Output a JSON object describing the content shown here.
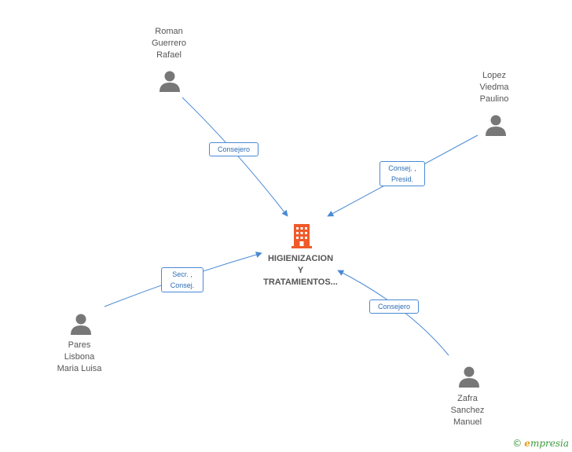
{
  "company": {
    "name_lines": [
      "HIGIENIZACION",
      "Y",
      "TRATAMIENTOS..."
    ],
    "icon": "building-icon",
    "color": "#f05a28"
  },
  "people": [
    {
      "id": "roman",
      "name_lines": [
        "Roman",
        "Guerrero",
        "Rafael"
      ],
      "icon": "person-icon"
    },
    {
      "id": "lopez",
      "name_lines": [
        "Lopez",
        "Viedma",
        "Paulino"
      ],
      "icon": "person-icon"
    },
    {
      "id": "pares",
      "name_lines": [
        "Pares",
        "Lisbona",
        "Maria Luisa"
      ],
      "icon": "person-icon"
    },
    {
      "id": "zafra",
      "name_lines": [
        "Zafra",
        "Sanchez",
        "Manuel"
      ],
      "icon": "person-icon"
    }
  ],
  "edges": [
    {
      "from": "roman",
      "label_lines": [
        "Consejero"
      ]
    },
    {
      "from": "lopez",
      "label_lines": [
        "Consej. ,",
        "Presid."
      ]
    },
    {
      "from": "pares",
      "label_lines": [
        "Secr. ,",
        "Consej."
      ]
    },
    {
      "from": "zafra",
      "label_lines": [
        "Consejero"
      ]
    }
  ],
  "colors": {
    "edge": "#4a8ad4",
    "person": "#777777"
  },
  "brand": {
    "copyright": "©",
    "initial": "e",
    "rest": "mpresia"
  }
}
